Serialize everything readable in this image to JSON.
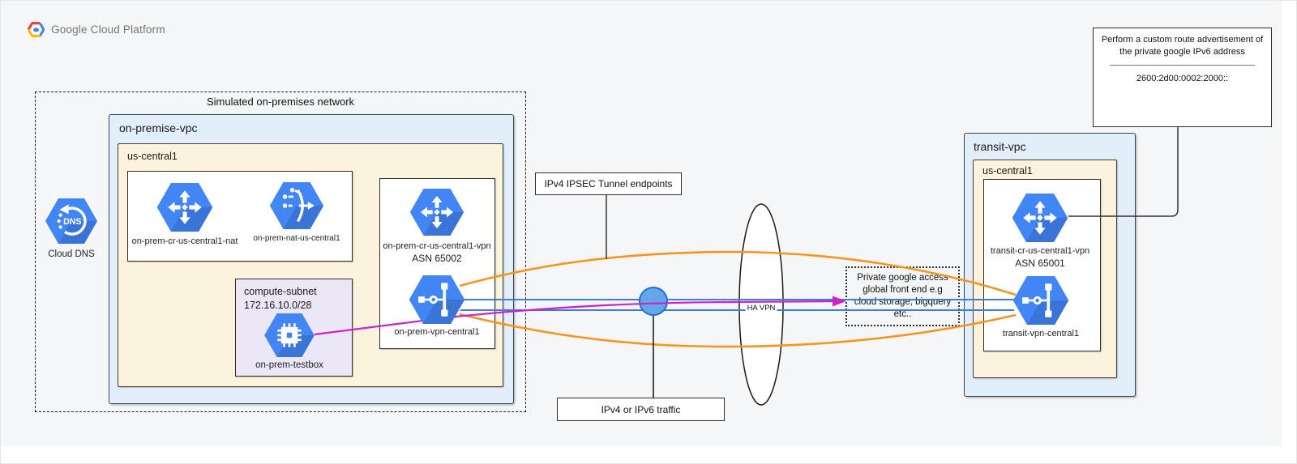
{
  "header": {
    "brand": "Google Cloud Platform"
  },
  "onprem": {
    "title": "Simulated on-premises network",
    "vpc_label": "on-premise-vpc",
    "region_label": "us-central1",
    "dns_label": "Cloud DNS",
    "dns_icon_text": "DNS",
    "router_nat_label": "on-prem-cr-us-central1-nat",
    "nat_label": "on-prem-nat-us-central1",
    "subnet_name": "compute-subnet",
    "subnet_cidr": "172.16.10.0/28",
    "testbox_label": "on-prem-testbox",
    "router_vpn_label": "on-prem-cr-us-central1-vpn",
    "router_vpn_asn": "ASN 65002",
    "vpn_label": "on-prem-vpn-central1"
  },
  "middle": {
    "ipsec_label": "IPv4 IPSEC Tunnel endpoints",
    "traffic_label": "IPv4 or IPv6 traffic",
    "ha_vpn_label": "HA VPN",
    "pga_label": "Private google access global front end e.g cloud storage, bigquery etc.."
  },
  "transit": {
    "vpc_label": "transit-vpc",
    "region_label": "us-central1",
    "router_label": "transit-cr-us-central1-vpn",
    "router_asn": "ASN 65001",
    "vpn_label": "transit-vpn-central1"
  },
  "note": {
    "text": "Perform a custom route advertisement of the private google IPv6 address",
    "address": "2600:2d00:0002:2000::"
  },
  "colors": {
    "hexagon_blue": "#4285f4",
    "line_blue": "#3d7ce8",
    "line_orange": "#f7941d",
    "line_magenta": "#cc22cc",
    "vpc_fill": "#e2eefa",
    "region_fill": "#fcf3dc",
    "subnet_fill": "#ebe7f6",
    "junction_circle_fill": "#63a7e8"
  }
}
